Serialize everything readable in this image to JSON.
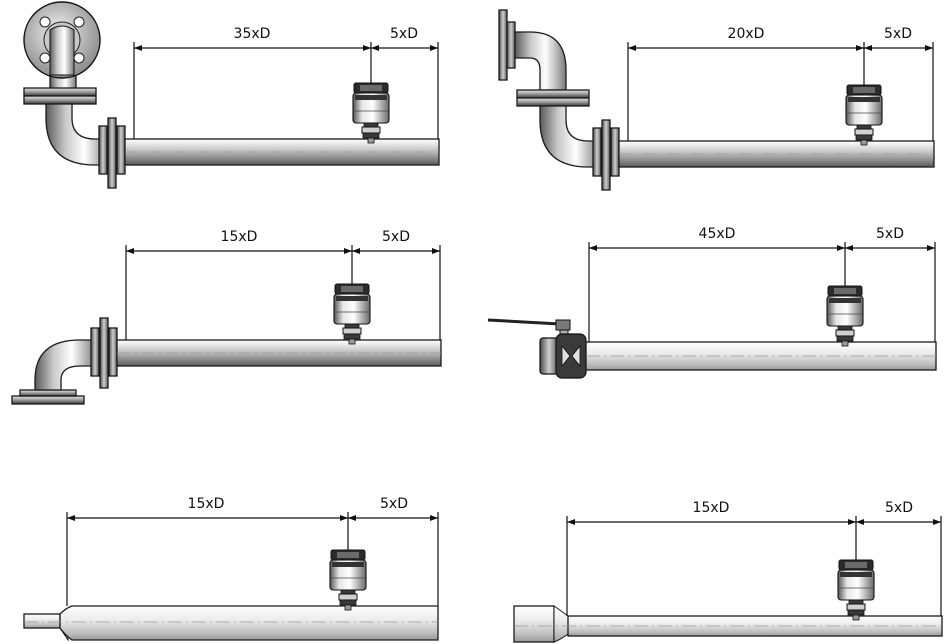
{
  "panels": [
    {
      "id": "elbow-two-plane",
      "upstream_label": "35xD",
      "downstream_label": "5xD"
    },
    {
      "id": "elbow-out-of-plane",
      "upstream_label": "20xD",
      "downstream_label": "5xD"
    },
    {
      "id": "elbow-single",
      "upstream_label": "15xD",
      "downstream_label": "5xD"
    },
    {
      "id": "ball-valve",
      "upstream_label": "45xD",
      "downstream_label": "5xD"
    },
    {
      "id": "expander",
      "upstream_label": "15xD",
      "downstream_label": "5xD"
    },
    {
      "id": "reducer",
      "upstream_label": "15xD",
      "downstream_label": "5xD"
    }
  ],
  "colors": {
    "pipe_light": "#f2f2f2",
    "pipe_mid": "#b4b4b4",
    "pipe_dark": "#6e6e6e",
    "line": "#111111"
  }
}
